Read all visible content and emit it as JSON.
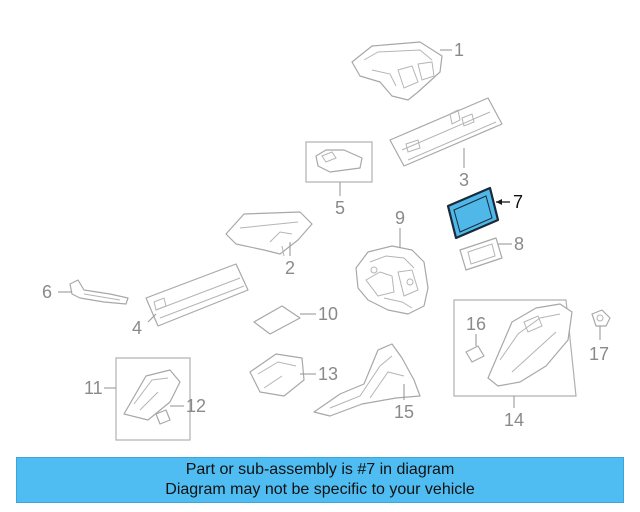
{
  "callouts": {
    "c1": "1",
    "c2": "2",
    "c3": "3",
    "c4": "4",
    "c5": "5",
    "c6": "6",
    "c7": "7",
    "c8": "8",
    "c9": "9",
    "c10": "10",
    "c11": "11",
    "c12": "12",
    "c13": "13",
    "c14": "14",
    "c15": "15",
    "c16": "16",
    "c17": "17"
  },
  "highlight": {
    "part": "7",
    "fill": "#4fb8e8",
    "stroke": "#1a2a3a"
  },
  "banner": {
    "line1": "Part or sub-assembly is #7 in diagram",
    "line2": "Diagram may not be specific to your vehicle",
    "color": "#4fbdf2"
  }
}
